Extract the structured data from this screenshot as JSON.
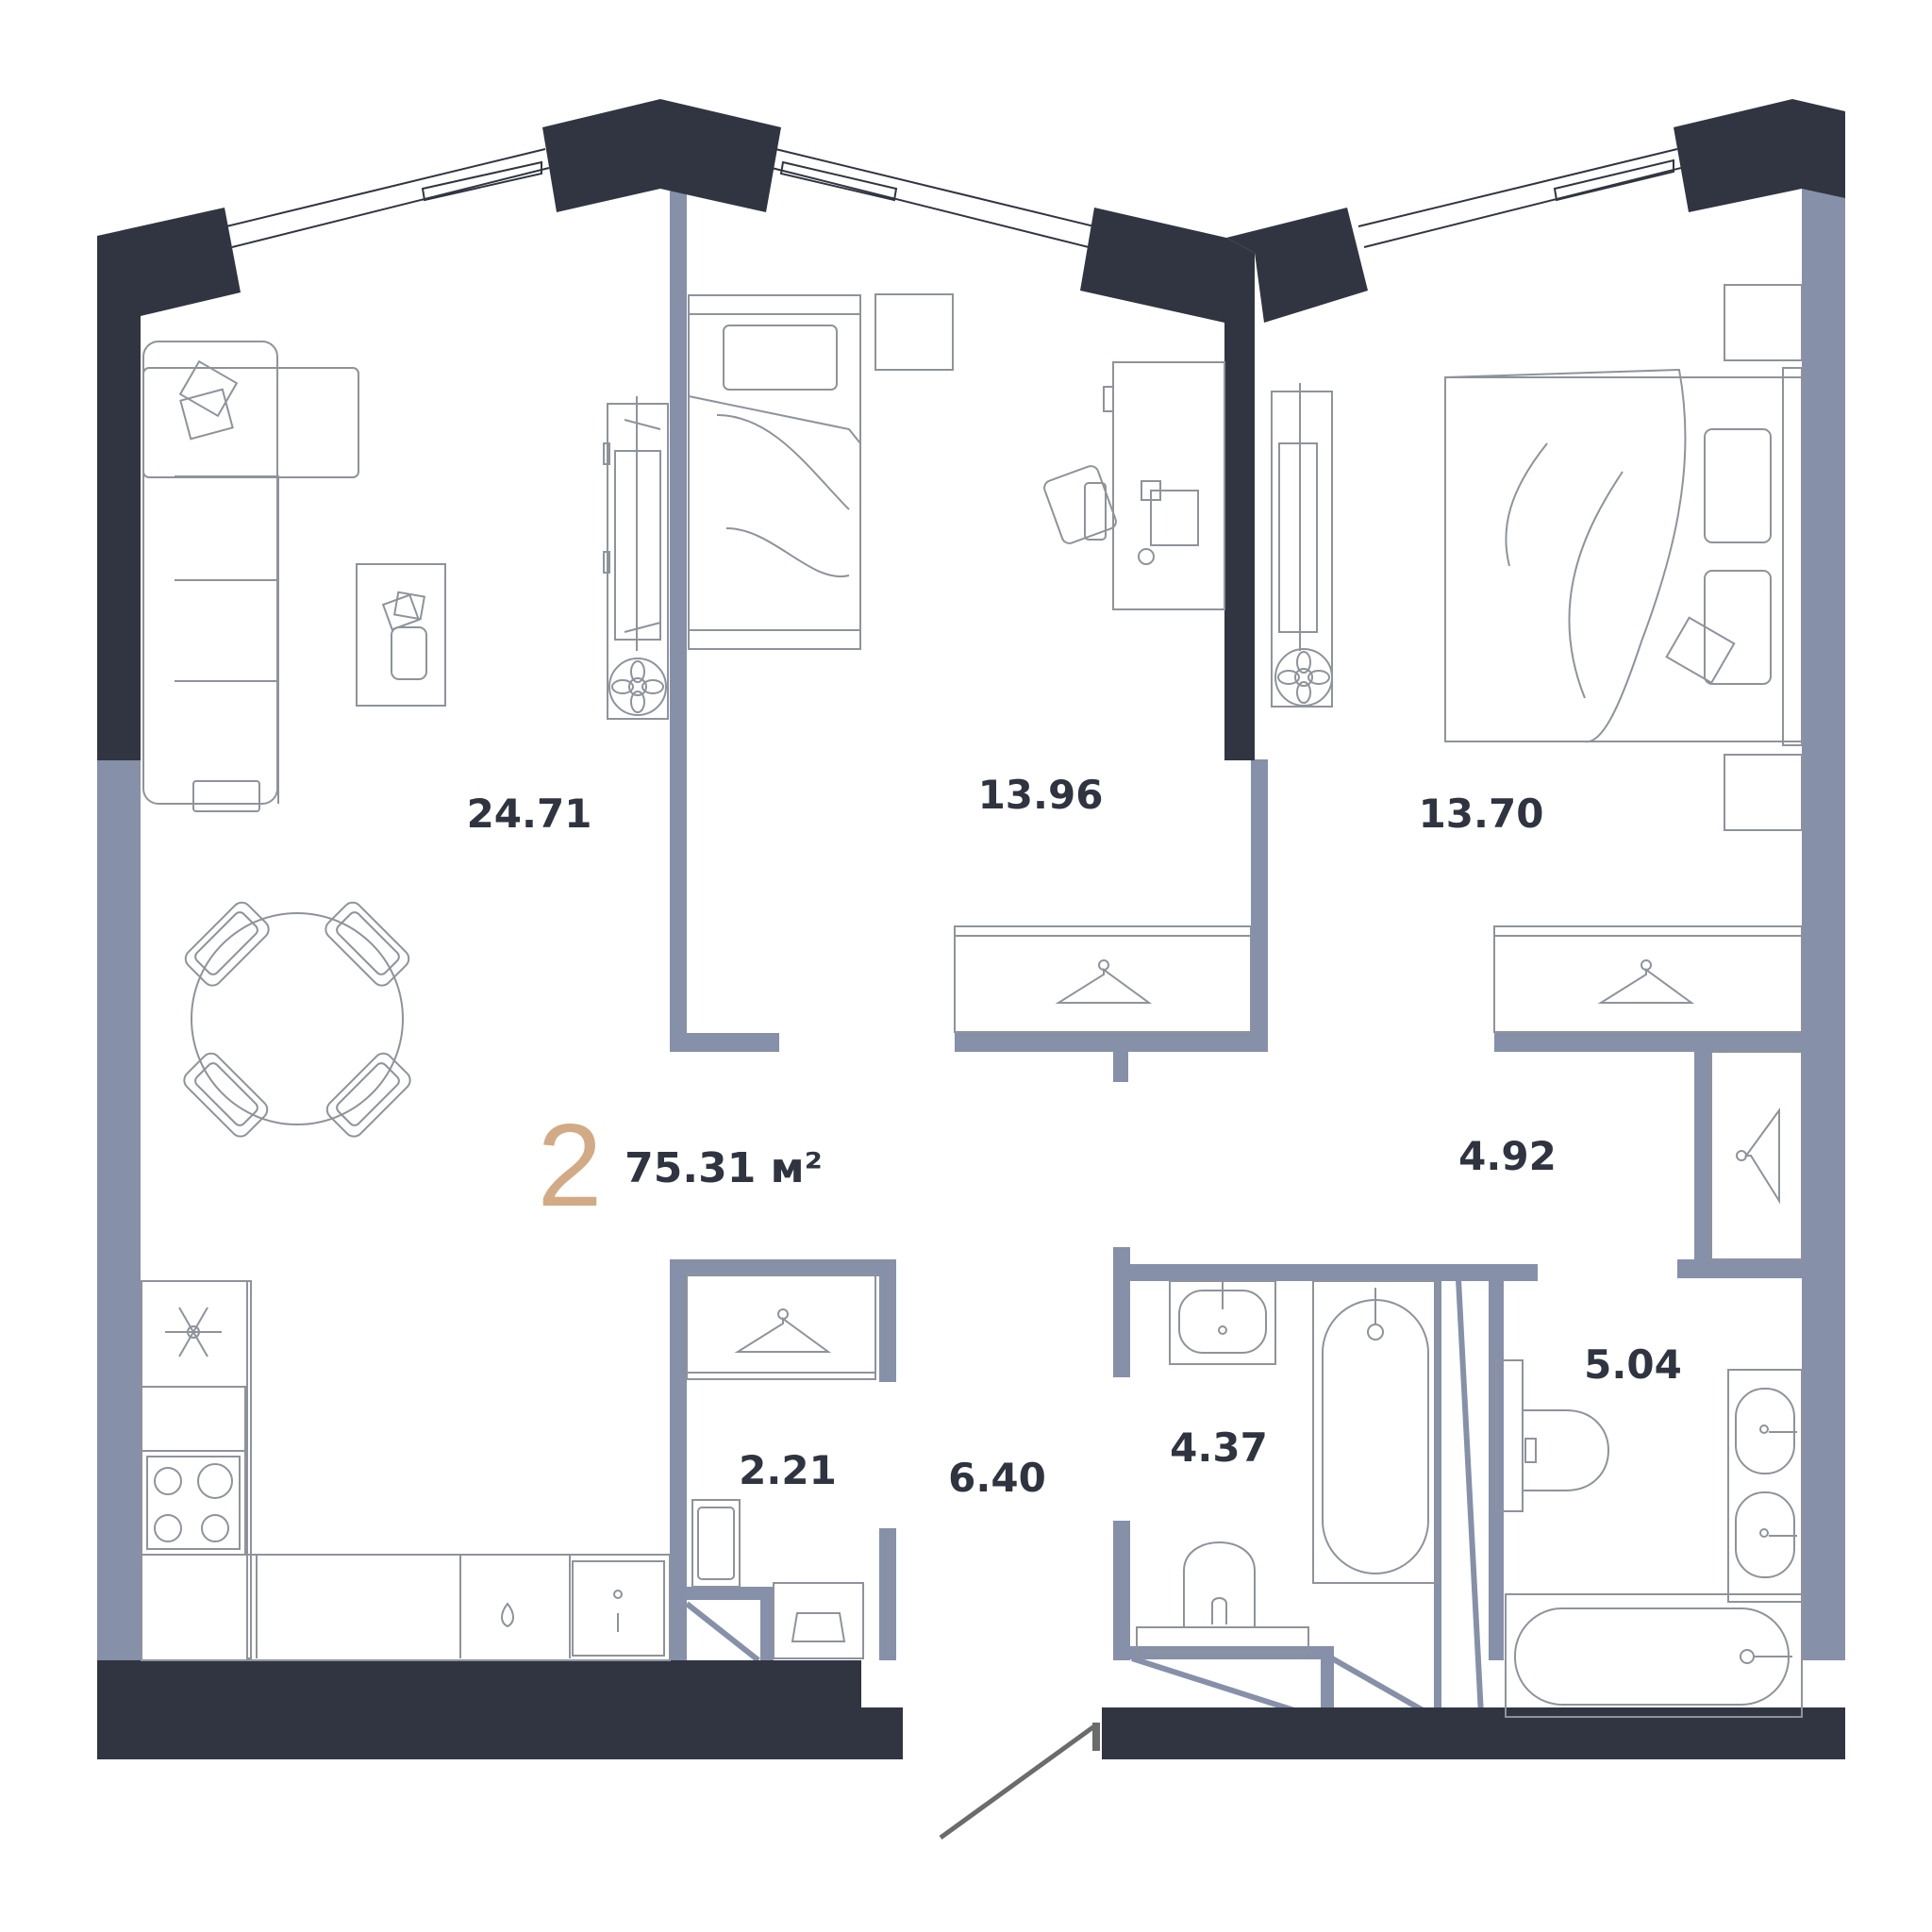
{
  "plan": {
    "rooms_count": "2",
    "total_area": "75.31 м²",
    "colors": {
      "outer_wall": "#303541",
      "inner_wall": "#8690a9",
      "furniture": "#8e939b",
      "text": "#2f3440",
      "accent": "#d2aa85",
      "door": "#6b6b6b"
    },
    "rooms": [
      {
        "id": "living-kitchen",
        "area": "24.71"
      },
      {
        "id": "bedroom-small",
        "area": "13.96"
      },
      {
        "id": "bedroom-master",
        "area": "13.70"
      },
      {
        "id": "hall-right",
        "area": "4.92"
      },
      {
        "id": "bathroom-right",
        "area": "5.04"
      },
      {
        "id": "bathroom-left",
        "area": "4.37"
      },
      {
        "id": "closet",
        "area": "2.21"
      },
      {
        "id": "corridor",
        "area": "6.40"
      }
    ],
    "icons": [
      "snowflake-icon",
      "hanger-icon",
      "flower-icon",
      "faucet-icon"
    ]
  }
}
